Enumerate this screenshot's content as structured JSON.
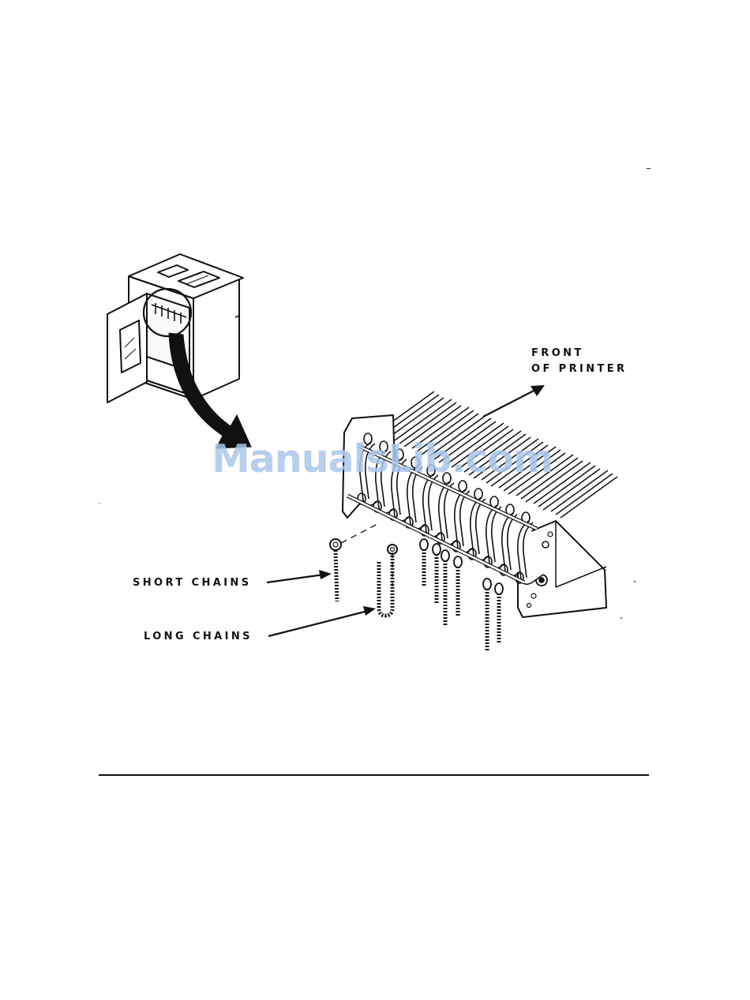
{
  "figure": {
    "labels": {
      "front_line1": "FRONT",
      "front_line2": "OF PRINTER",
      "short_chains": "SHORT CHAINS",
      "long_chains": "LONG CHAINS"
    },
    "watermark": "ManualsLib.com"
  }
}
